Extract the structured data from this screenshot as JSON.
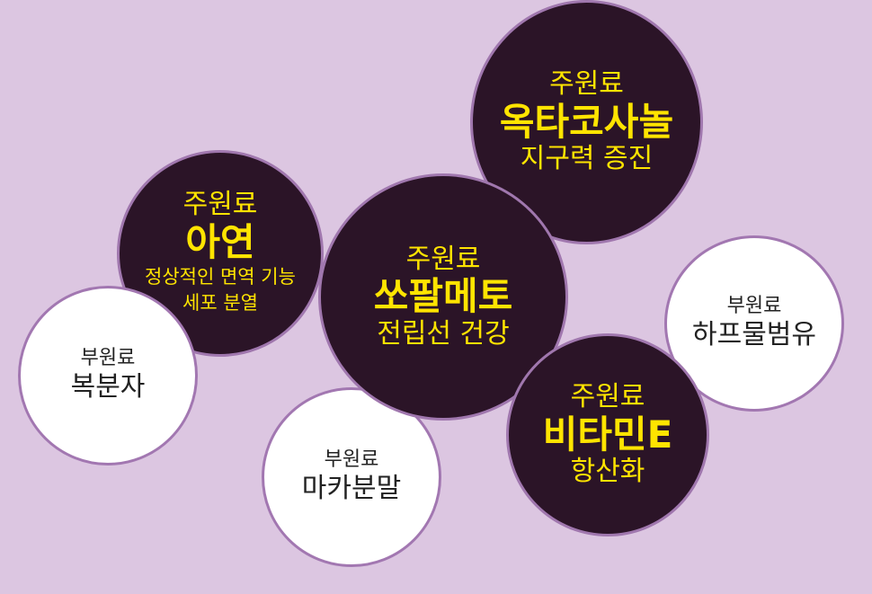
{
  "main_ingredients": {
    "octa": {
      "label": "주원료",
      "name": "옥타코사놀",
      "desc": "지구력 증진"
    },
    "zinc": {
      "label": "주원료",
      "name": "아연",
      "desc_line1": "정상적인 면역 기능",
      "desc_line2": "세포 분열"
    },
    "saw": {
      "label": "주원료",
      "name": "쏘팔메토",
      "desc": "전립선 건강"
    },
    "vite": {
      "label": "주원료",
      "name": "비타민E",
      "desc": "항산화"
    }
  },
  "sub_ingredients": {
    "bok": {
      "label": "부원료",
      "name": "복분자"
    },
    "maca": {
      "label": "부원료",
      "name": "마카분말"
    },
    "hapu": {
      "label": "부원료",
      "name": "하프물범유"
    }
  },
  "colors": {
    "background": "#dcc6e1",
    "main_circle": "#2b1427",
    "main_text": "#ffe400",
    "sub_circle": "#ffffff",
    "sub_text": "#222222",
    "border": "#a077ae"
  }
}
